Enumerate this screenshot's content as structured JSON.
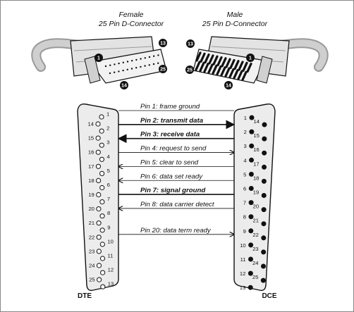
{
  "connectors": {
    "female": {
      "line1": "Female",
      "line2": "25 Pin D-Connector",
      "callouts": [
        "1",
        "13",
        "25",
        "14"
      ]
    },
    "male": {
      "line1": "Male",
      "line2": "25 Pin D-Connector",
      "callouts": [
        "13",
        "1",
        "25",
        "14"
      ]
    }
  },
  "sides": {
    "left": "DTE",
    "right": "DCE"
  },
  "pins": {
    "top": [
      "1",
      "2",
      "3",
      "4",
      "5",
      "6",
      "7",
      "8",
      "9",
      "10",
      "11",
      "12",
      "13"
    ],
    "bottom": [
      "14",
      "15",
      "16",
      "17",
      "18",
      "19",
      "20",
      "21",
      "22",
      "23",
      "24",
      "25"
    ]
  },
  "signals": [
    {
      "label": "Pin 1: frame ground",
      "style": "normal",
      "direction": "none"
    },
    {
      "label": "Pin 2: transmit data",
      "style": "bold",
      "direction": "right"
    },
    {
      "label": "Pin 3: receive data",
      "style": "bold",
      "direction": "left"
    },
    {
      "label": "Pin 4: request to send",
      "style": "normal",
      "direction": "right"
    },
    {
      "label": "Pin 5: clear to send",
      "style": "normal",
      "direction": "left"
    },
    {
      "label": "Pin 6: data set ready",
      "style": "normal",
      "direction": "left"
    },
    {
      "label": "Pin 7: signal ground",
      "style": "bold",
      "direction": "none"
    },
    {
      "label": "Pin 8: data carrier detect",
      "style": "normal",
      "direction": "left"
    },
    {
      "label": "Pin 20: data term ready",
      "style": "normal",
      "direction": "right"
    }
  ],
  "colors": {
    "ink": "#111111",
    "hole": "#ffffff",
    "plug": "#d9d9d9",
    "cable": "#bdbdbd"
  }
}
